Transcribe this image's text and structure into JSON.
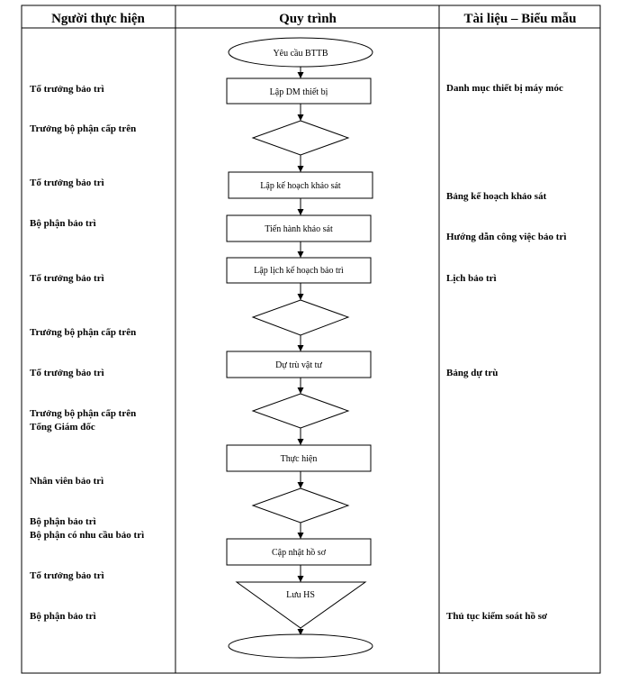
{
  "headers": {
    "col1": "Người thực hiện",
    "col2": "Quy trình",
    "col3": "Tài liệu – Biểu mẫu"
  },
  "performers": [
    "Tổ trưởng bảo trì",
    "Trưởng bộ phận cấp trên",
    "Tổ trưởng bảo trì",
    "Bộ phận bảo trì",
    "Tổ trưởng bảo trì",
    "Trưởng bộ phận cấp trên",
    "Tổ trưởng bảo trì",
    "Trưởng bộ phận cấp trên",
    "Tổng Giám  đốc",
    "Nhân viên bảo trì",
    "Bộ phận bảo trì",
    "Bộ phận có nhu cầu bảo trì",
    "Tổ trưởng bảo trì",
    "Bộ phận bảo trì"
  ],
  "documents": [
    "Danh mục thiết bị máy móc",
    "Bảng kế hoạch khảo sát",
    "Hướng dẫn công việc bảo trì",
    "Lịch bảo trì",
    "Bảng dự trù",
    "Thủ tục kiểm soát hồ sơ"
  ],
  "flow": {
    "start": "Yêu cầu BTTB",
    "step_list": "Lập DM thiết bị",
    "step_plan": "Lập kế hoạch khảo sát",
    "step_survey": "Tiến hành khảo sát",
    "step_schedule": "Lập lịch kế hoạch bảo trì",
    "step_budget": "Dự trù vật tư",
    "step_do": "Thực hiện",
    "step_update": "Cập nhật hồ sơ",
    "step_store": "Lưu HS"
  }
}
